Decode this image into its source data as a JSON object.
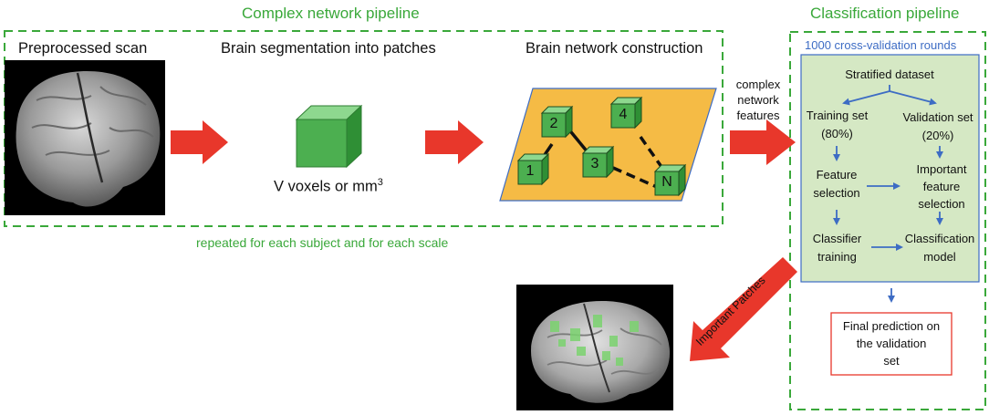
{
  "complex_pipeline": {
    "title": "Complex network pipeline",
    "steps": [
      {
        "label": "Preprocessed scan"
      },
      {
        "label": "Brain segmentation into patches",
        "caption_main": "V voxels or mm",
        "caption_sup": "3"
      },
      {
        "label": "Brain network construction"
      }
    ],
    "footer": "repeated for each subject and for each scale",
    "network_nodes": [
      "2",
      "4",
      "1",
      "3",
      "N"
    ]
  },
  "features_label": [
    "complex",
    "network",
    "features"
  ],
  "important_patches_label": "Important Patches",
  "classification_pipeline": {
    "title": "Classification pipeline",
    "subtitle": "1000 cross-validation rounds",
    "nodes": {
      "stratified": "Stratified dataset",
      "training_set": [
        "Training set",
        "(80%)"
      ],
      "validation_set": [
        "Validation set",
        "(20%)"
      ],
      "feature_selection": [
        "Feature",
        "selection"
      ],
      "important_feature_selection": [
        "Important",
        "feature",
        "selection"
      ],
      "classifier_training": [
        "Classifier",
        "training"
      ],
      "classification_model": [
        "Classification",
        "model"
      ],
      "final_prediction": [
        "Final prediction on",
        "the validation",
        "set"
      ]
    }
  },
  "colors": {
    "green_dashed": "#3aa83a",
    "arrow_red": "#e8372b",
    "cube_green": "#4caf50",
    "plane_orange": "#f5bb45",
    "panel_green": "#d5e8c4",
    "blue": "#3d6cc4"
  }
}
